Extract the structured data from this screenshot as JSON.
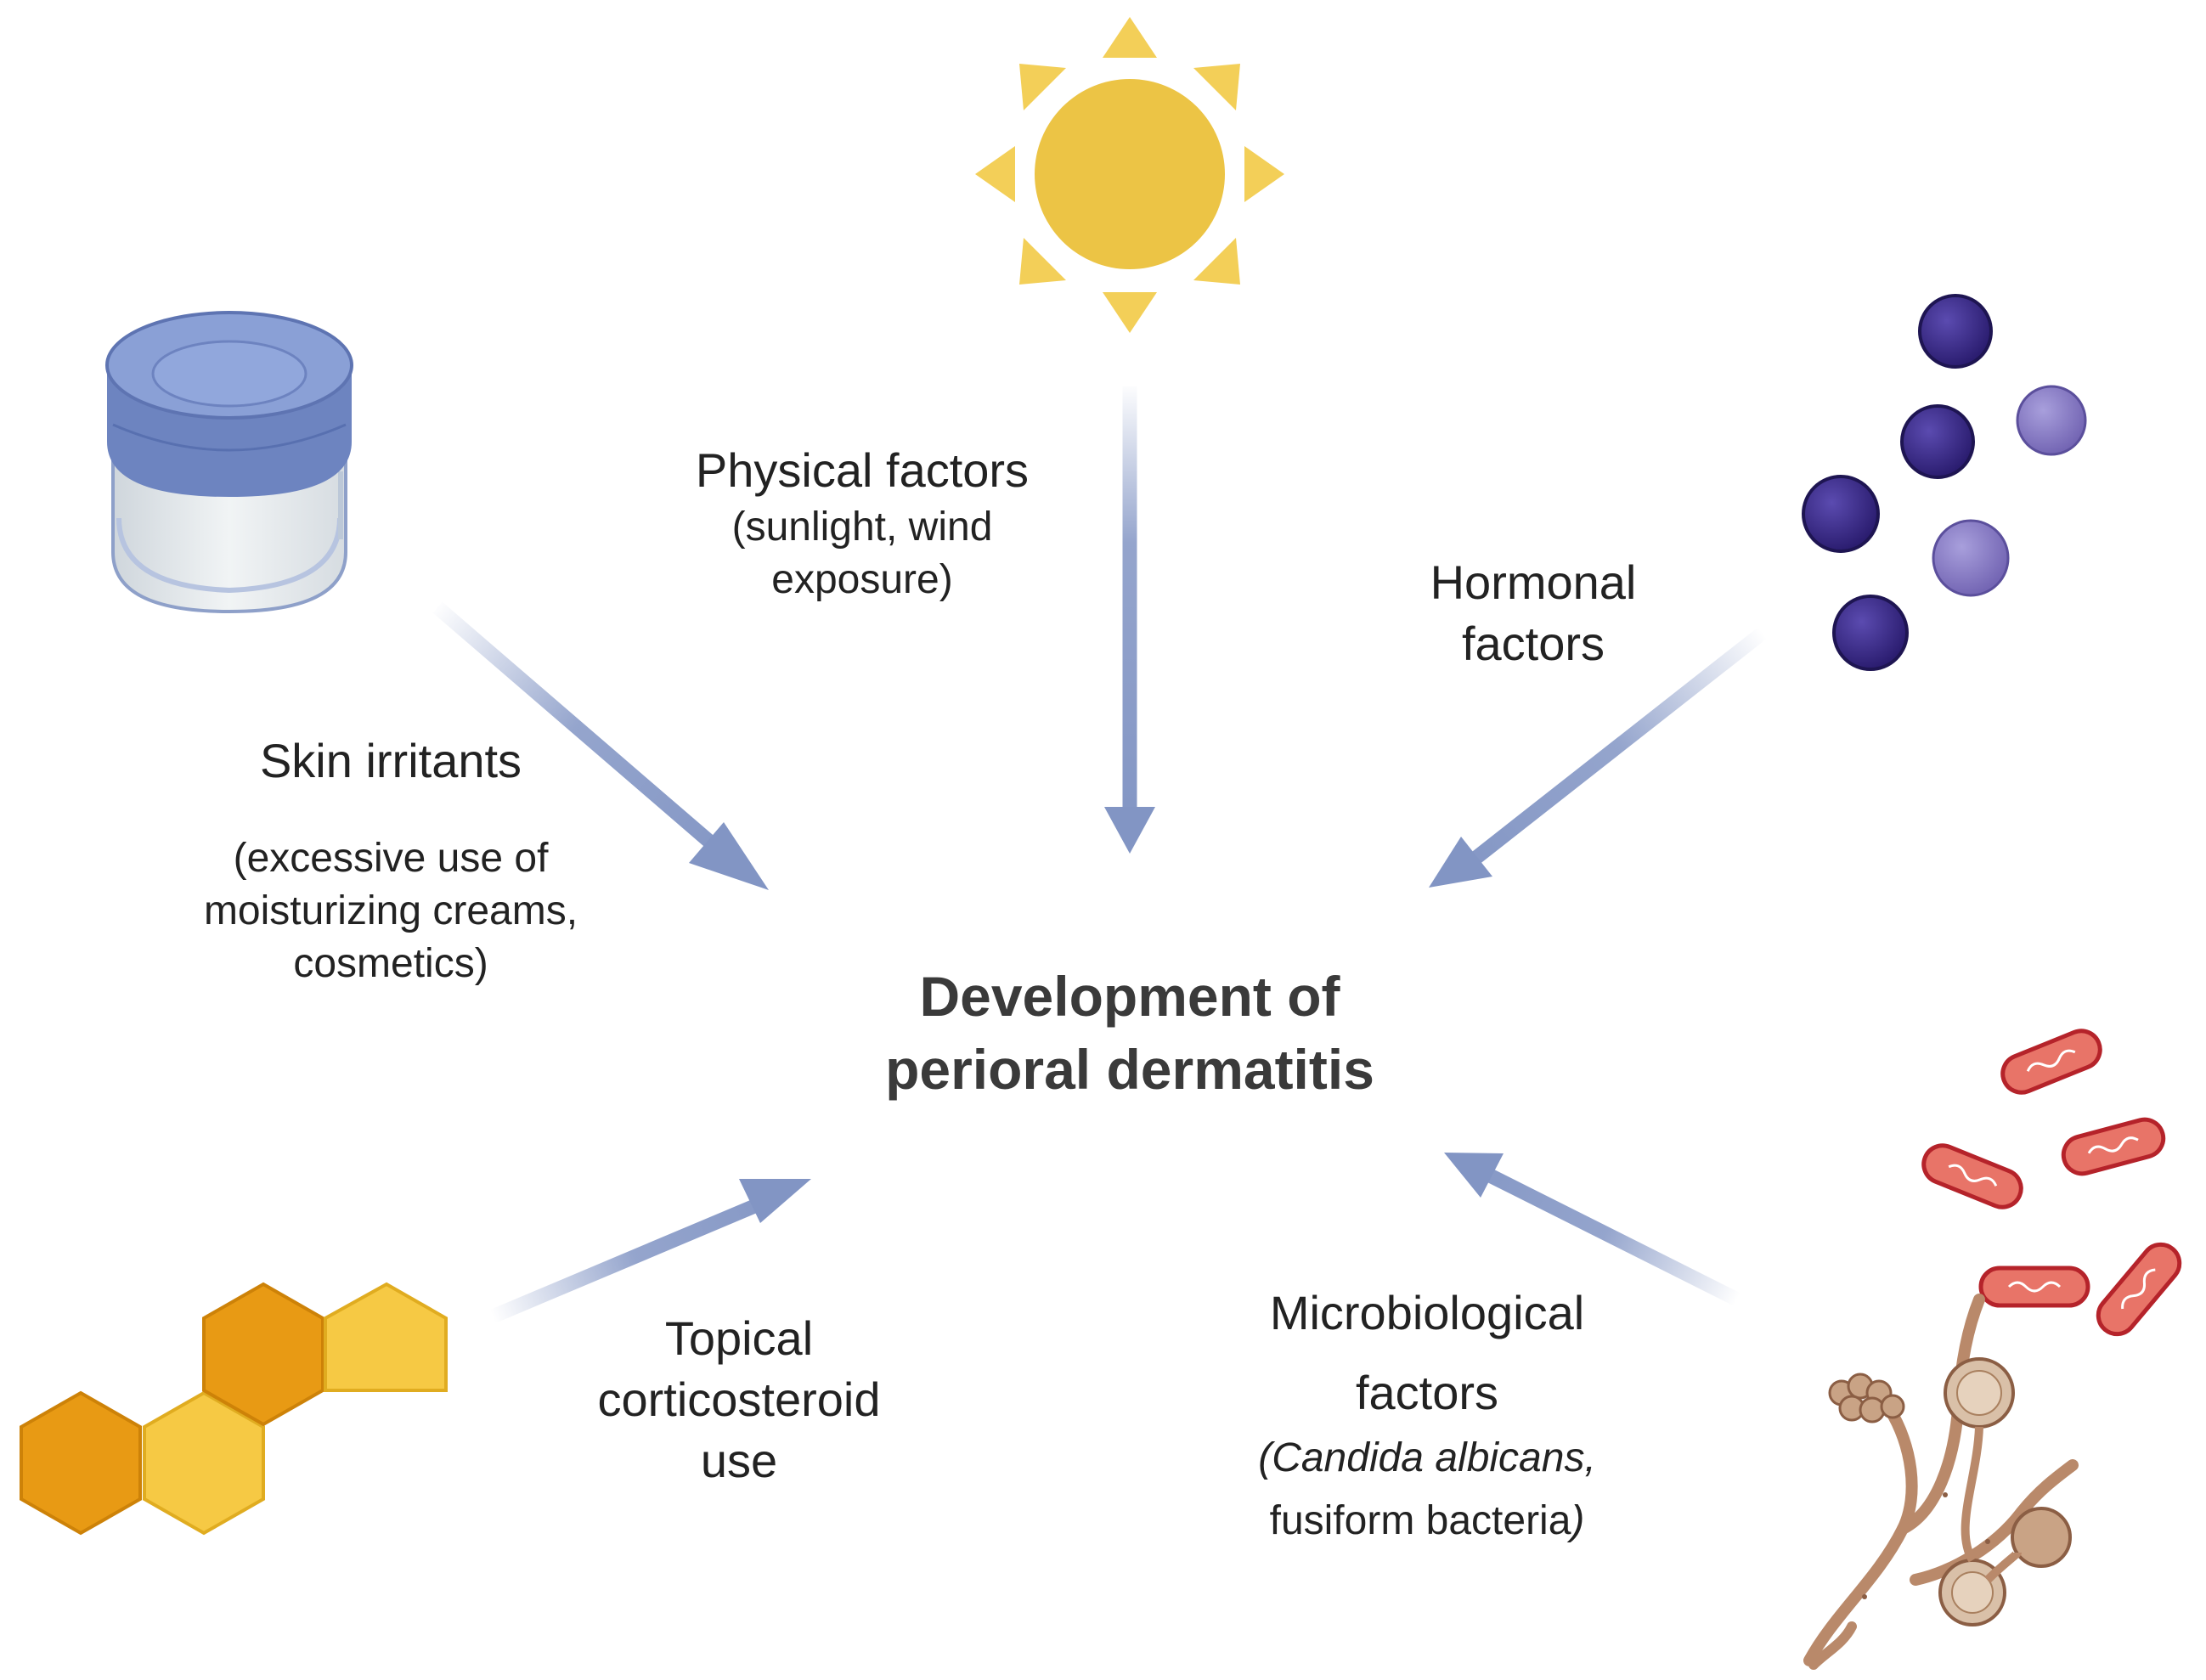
{
  "center": {
    "line1": "Development of",
    "line2": "perioral dermatitis"
  },
  "factors": {
    "physical": {
      "title": "Physical factors",
      "detail1": "(sunlight, wind",
      "detail2": "exposure)"
    },
    "hormonal": {
      "line1": "Hormonal",
      "line2": "factors"
    },
    "skin": {
      "title": "Skin irritants",
      "detail1": "(excessive use of",
      "detail2": "moisturizing creams,",
      "detail3": "cosmetics)"
    },
    "topical": {
      "line1": "Topical",
      "line2": "corticosteroid",
      "line3": "use"
    },
    "micro": {
      "line1": "Microbiological",
      "line2": "factors",
      "paren_open": "(",
      "species": "Candida albicans,",
      "detail2": "fusiform bacteria",
      "paren_close": ")"
    }
  },
  "icons": [
    "cream-jar-icon",
    "sun-icon",
    "hormone-molecules-icon",
    "corticosteroid-hexagons-icon",
    "bacteria-icon",
    "fungus-icon"
  ],
  "colors": {
    "arrow": "#8295c4",
    "sun": "#ecc445",
    "sun_rays": "#f3cf58",
    "hormone_dark": "#3d2c8d",
    "hormone_light": "#8c7fc7",
    "hex_orange": "#e89a14",
    "hex_yellow": "#f6c944",
    "bacteria": "#e87468",
    "fungus": "#c9a385",
    "jar_lid": "#6d84c0",
    "jar_body": "#e7ecef"
  }
}
